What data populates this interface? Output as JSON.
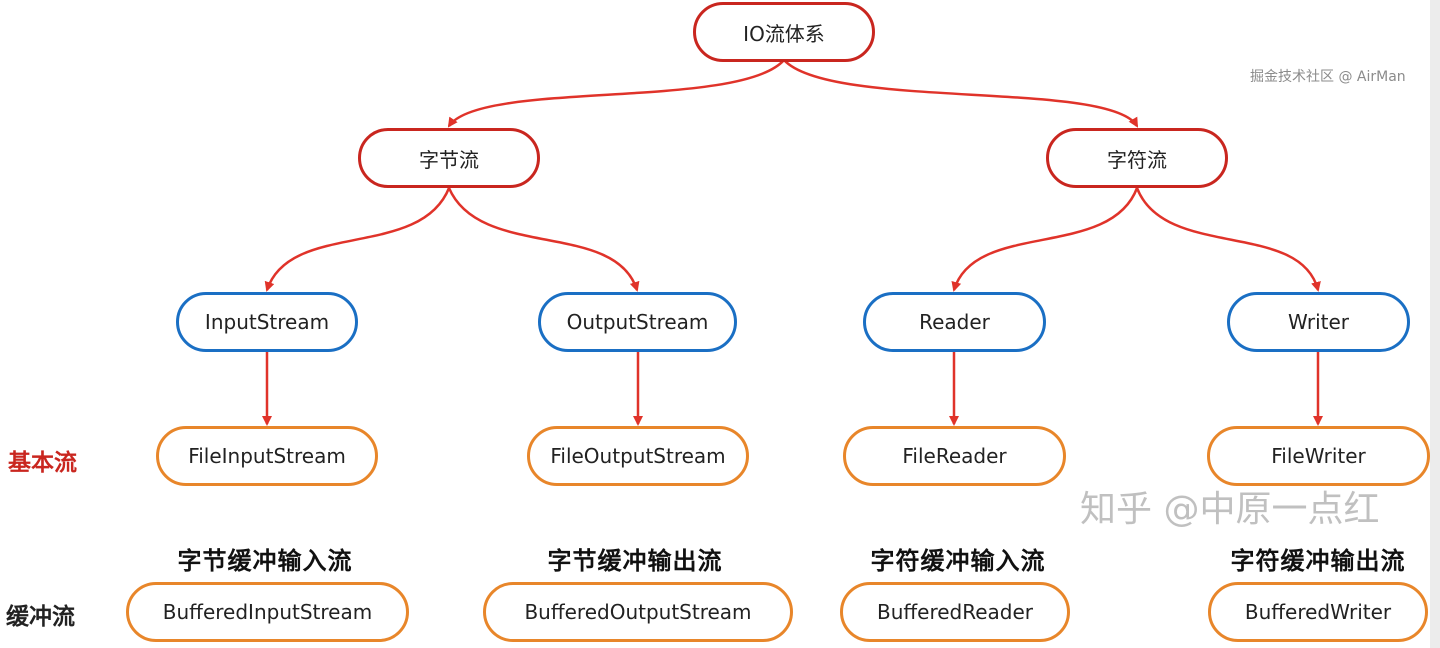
{
  "colors": {
    "level1": "#c9261f",
    "level2": "#1a6fc4",
    "level3": "#e8862a",
    "arrow": "#e0332a",
    "basic_label": "#c9261f"
  },
  "root": {
    "label": "IO流体系"
  },
  "categories": [
    {
      "label": "字节流"
    },
    {
      "label": "字符流"
    }
  ],
  "abstract_classes": [
    {
      "label": "InputStream"
    },
    {
      "label": "OutputStream"
    },
    {
      "label": "Reader"
    },
    {
      "label": "Writer"
    }
  ],
  "basic_streams": {
    "row_label": "基本流",
    "items": [
      {
        "label": "FileInputStream"
      },
      {
        "label": "FileOutputStream"
      },
      {
        "label": "FileReader"
      },
      {
        "label": "FileWriter"
      }
    ]
  },
  "buffered_streams": {
    "row_label": "缓冲流",
    "items": [
      {
        "heading": "字节缓冲输入流",
        "label": "BufferedInputStream"
      },
      {
        "heading": "字节缓冲输出流",
        "label": "BufferedOutputStream"
      },
      {
        "heading": "字符缓冲输入流",
        "label": "BufferedReader"
      },
      {
        "heading": "字符缓冲输出流",
        "label": "BufferedWriter"
      }
    ]
  },
  "watermarks": {
    "zhihu": "知乎 @中原一点红",
    "juejin": "掘金技术社区 @ AirMan"
  }
}
